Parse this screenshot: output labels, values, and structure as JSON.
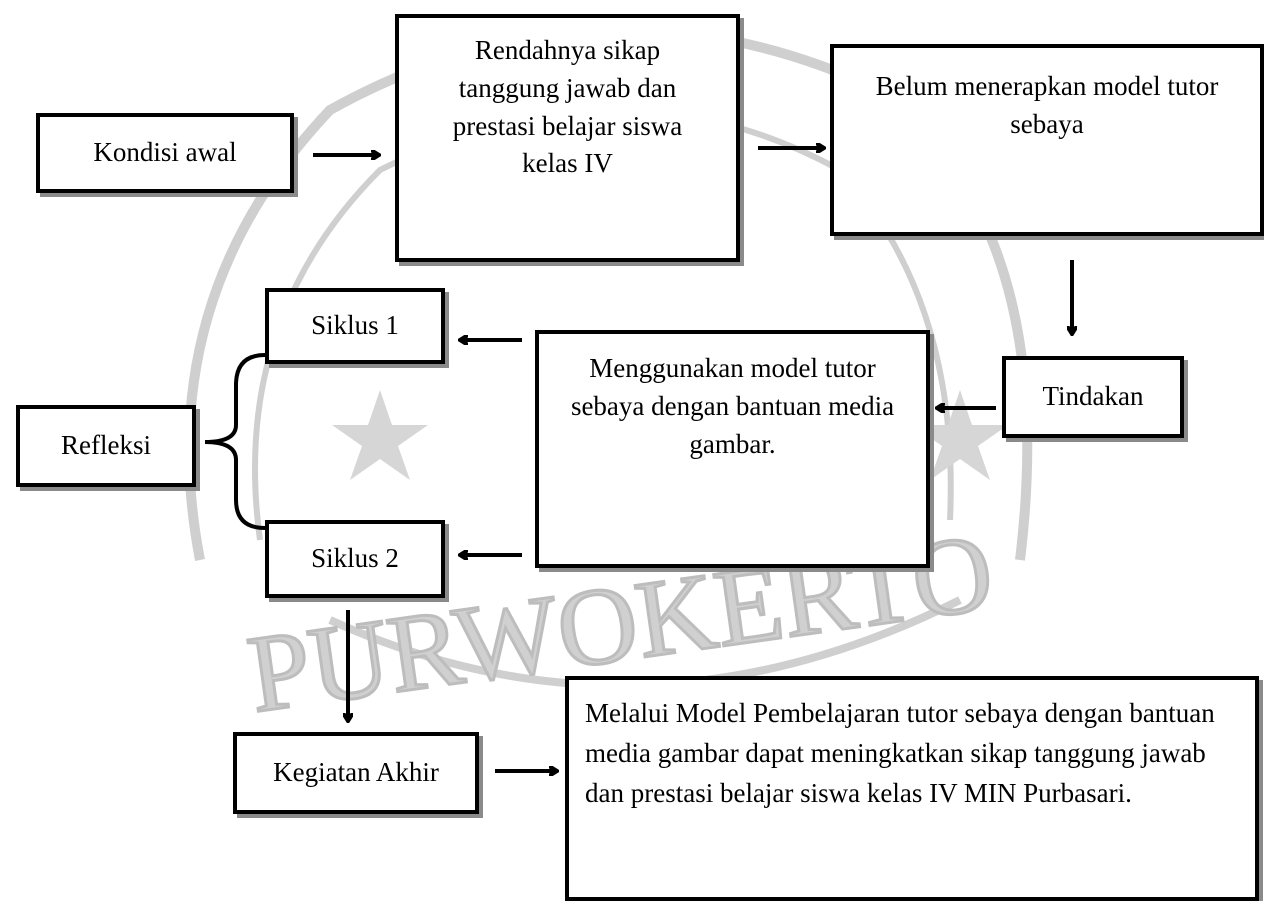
{
  "nodes": {
    "kondisi_awal": "Kondisi awal",
    "rendahnya": "Rendahnya sikap tanggung jawab dan prestasi belajar siswa kelas IV",
    "belum": "Belum menerapkan model tutor sebaya",
    "tindakan": "Tindakan",
    "menggunakan": "Menggunakan model tutor sebaya dengan bantuan media gambar.",
    "siklus1": "Siklus 1",
    "siklus2": "Siklus 2",
    "refleksi": "Refleksi",
    "kegiatan_akhir": "Kegiatan Akhir",
    "kesimpulan": "Melalui Model Pembelajaran tutor sebaya dengan bantuan media gambar dapat meningkatkan sikap tanggung jawab dan prestasi belajar siswa kelas IV MIN Purbasari."
  },
  "watermark": {
    "text": "PURWOKERTO",
    "color": "#b8b8b8"
  }
}
